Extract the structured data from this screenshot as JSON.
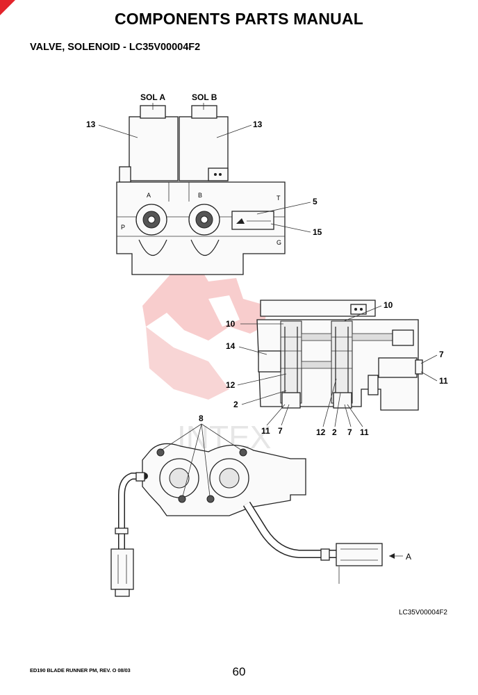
{
  "header": {
    "manual_title": "COMPONENTS PARTS MANUAL",
    "section_title": "VALVE, SOLENOID - LC35V00004F2"
  },
  "figure": {
    "top_view_labels": {
      "sol_a": "SOL A",
      "sol_b": "SOL B",
      "port_a": "A",
      "port_b": "B",
      "port_p": "P",
      "port_t": "T",
      "port_g": "G"
    },
    "callouts": {
      "c13_left": "13",
      "c13_right": "13",
      "c5": "5",
      "c15": "15",
      "c10_left": "10",
      "c10_right": "10",
      "c14": "14",
      "c7_right": "7",
      "c11_right": "11",
      "c12_left": "12",
      "c2_left": "2",
      "c11_bottom_a": "11",
      "c7_bottom_a": "7",
      "c12_bottom": "12",
      "c2_bottom": "2",
      "c7_bottom_b": "7",
      "c11_bottom_b": "11",
      "c8": "8",
      "arrow_a": "A"
    },
    "watermark": "INTEX",
    "drawing_code": "LC35V00004F2"
  },
  "footer": {
    "doc_ref": "ED190 BLADE RUNNER PM,  REV. O  08/03",
    "page_number": "60"
  }
}
